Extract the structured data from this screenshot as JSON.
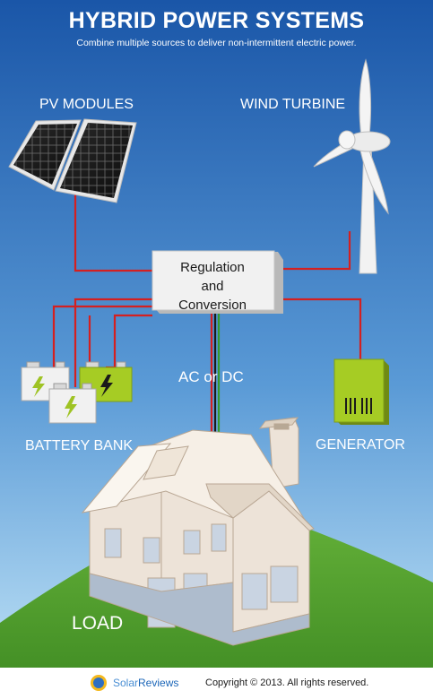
{
  "header": {
    "title": "HYBRID POWER SYSTEMS",
    "subtitle": "Combine multiple sources to deliver non-intermittent electric power."
  },
  "components": {
    "pv_modules": "PV MODULES",
    "wind_turbine": "WIND TURBINE",
    "regulation_line1": "Regulation",
    "regulation_line2": "and",
    "regulation_line3": "Conversion",
    "output": "AC or DC",
    "battery_bank": "BATTERY BANK",
    "generator": "GENERATOR",
    "load": "LOAD"
  },
  "footer": {
    "brand_part1": "Solar",
    "brand_part2": "Reviews",
    "copyright": "Copyright © 2013. All rights reserved."
  },
  "colors": {
    "sky_top": "#1a56a8",
    "sky_bottom": "#bfe4f7",
    "grass": "#55a030",
    "wire_red": "#d42020",
    "battery_green": "#a6cc24",
    "generator_green": "#a6cc24"
  }
}
